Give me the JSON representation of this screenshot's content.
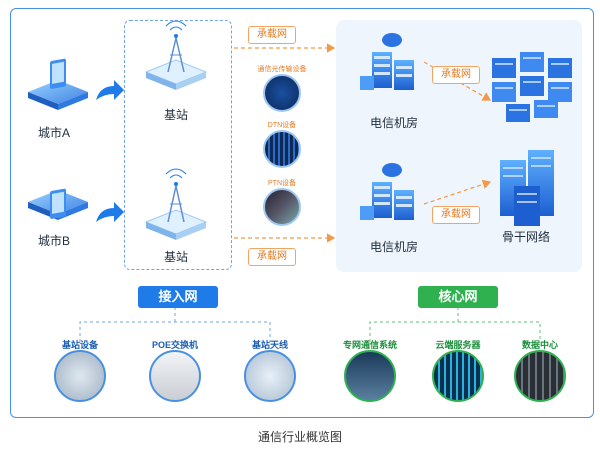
{
  "city_a": "城市A",
  "city_b": "城市B",
  "base_station_top": "基站",
  "base_station_bottom": "基站",
  "carrier_top": "承载网",
  "carrier_bottom": "承载网",
  "carrier_core_top": "承载网",
  "carrier_core_bottom": "承载网",
  "device_1": "通信光传输设备",
  "device_2": "DTN设备",
  "device_3": "PTN设备",
  "telecom_room_top": "电信机房",
  "telecom_room_bottom": "电信机房",
  "backbone": "骨干网络",
  "access_network": "接入网",
  "core_network": "核心网",
  "access_items": [
    "基站设备",
    "POE交换机",
    "基站天线"
  ],
  "core_items": [
    "专网通信系统",
    "云端服务器",
    "数据中心"
  ],
  "caption": "通信行业概览图",
  "colors": {
    "accent_blue": "#1e7be8",
    "accent_green": "#2fb14f",
    "carrier_orange": "#e07b24"
  }
}
